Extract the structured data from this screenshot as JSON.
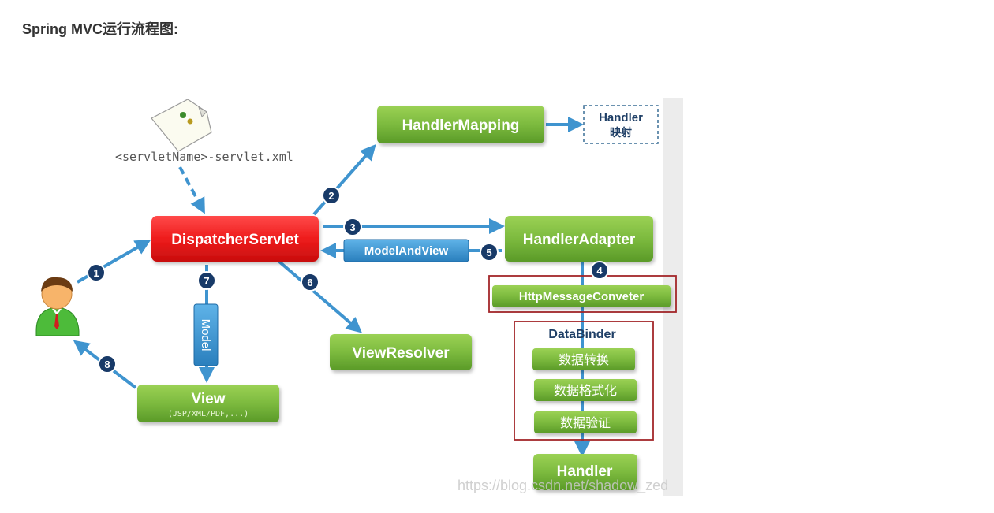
{
  "page": {
    "title": "Spring MVC运行流程图:"
  },
  "diagram": {
    "config_file": "<servletName>-servlet.xml",
    "nodes": {
      "dispatcher": "DispatcherServlet",
      "handler_mapping": "HandlerMapping",
      "handler_mapping_result_line1": "Handler",
      "handler_mapping_result_line2": "映射",
      "handler_adapter": "HandlerAdapter",
      "message_converter": "HttpMessageConveter",
      "data_binder": "DataBinder",
      "data_conversion": "数据转换",
      "data_formatting": "数据格式化",
      "data_validation": "数据验证",
      "handler": "Handler",
      "view_resolver": "ViewResolver",
      "view": "View",
      "view_types": "(JSP/XML/PDF,...)"
    },
    "labels": {
      "model_and_view": "ModelAndView",
      "model": "Model"
    },
    "steps": [
      "1",
      "2",
      "3",
      "4",
      "5",
      "6",
      "7",
      "8"
    ],
    "watermark": "https://blog.csdn.net/shadow_zed"
  },
  "colors": {
    "green_box": "#7cba3e",
    "red_box": "#ee1c1c",
    "blue_arrow": "#3f94cf",
    "step_circle": "#183a68",
    "highlight_border": "#a3262a"
  },
  "icons": {
    "config": "xml-file-icon",
    "user": "user-icon"
  }
}
